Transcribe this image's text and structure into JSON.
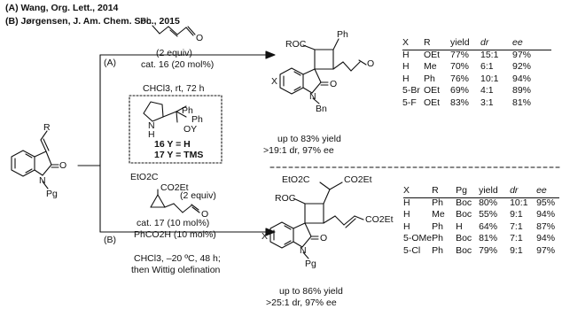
{
  "references": {
    "a": "(A) Wang, Org. Lett., 2014",
    "b": "(B) Jørgensen, J. Am. Chem. Soc., 2015"
  },
  "route_a": {
    "label": "(A)",
    "reagent_equiv": "(2 equiv)",
    "catalyst": "cat. 16 (20 mol%)",
    "conditions": "CHCl3, rt, 72 h",
    "outcome_yield": "up to 83% yield",
    "outcome_dr": ">19:1 dr, 97% ee",
    "product_labels": {
      "roc": "ROC",
      "ph": "Ph",
      "x": "X",
      "o": "O",
      "n": "N",
      "bn": "Bn"
    },
    "table": {
      "headers": [
        "X",
        "R",
        "yield",
        "dr",
        "ee"
      ],
      "rows": [
        [
          "H",
          "OEt",
          "77%",
          "15:1",
          "97%"
        ],
        [
          "H",
          "Me",
          "70%",
          "6:1",
          "92%"
        ],
        [
          "H",
          "Ph",
          "76%",
          "10:1",
          "94%"
        ],
        [
          "5-Br",
          "OEt",
          "69%",
          "4:1",
          "89%"
        ],
        [
          "5-F",
          "OEt",
          "83%",
          "3:1",
          "81%"
        ]
      ]
    }
  },
  "catalyst_box": {
    "nh": "H",
    "n": "N",
    "ph1": "Ph",
    "ph2": "Ph",
    "oy": "OY",
    "line1": "16 Y = H",
    "line2": "17 Y = TMS"
  },
  "substrate": {
    "r": "R",
    "o": "O",
    "n": "N",
    "pg": "Pg"
  },
  "route_b": {
    "label": "(B)",
    "ester1": "EtO2C",
    "ester2": "CO2Et",
    "reagent_equiv": "(2 equiv)",
    "catalyst": "cat. 17 (10 mol%)",
    "additive": "PhCO2H (10 mol%)",
    "conditions1": "CHCl3, –20 ºC, 48 h;",
    "conditions2": "then Wittig olefination",
    "outcome_yield": "up to 86% yield",
    "outcome_dr": ">25:1 dr, 97% ee",
    "product_labels": {
      "ester_left": "EtO2C",
      "ester_right": "CO2Et",
      "roc": "ROC",
      "co2et": "CO2Et",
      "x": "X",
      "o": "O",
      "n": "N",
      "pg": "Pg"
    },
    "table": {
      "headers": [
        "X",
        "R",
        "Pg",
        "yield",
        "dr",
        "ee"
      ],
      "rows": [
        [
          "H",
          "Ph",
          "Boc",
          "80%",
          "10:1",
          "95%"
        ],
        [
          "H",
          "Me",
          "Boc",
          "55%",
          "9:1",
          "94%"
        ],
        [
          "H",
          "Ph",
          "H",
          "64%",
          "7:1",
          "87%"
        ],
        [
          "5-OMe",
          "Ph",
          "Boc",
          "81%",
          "7:1",
          "94%"
        ],
        [
          "5-Cl",
          "Ph",
          "Boc",
          "79%",
          "9:1",
          "97%"
        ]
      ]
    }
  }
}
